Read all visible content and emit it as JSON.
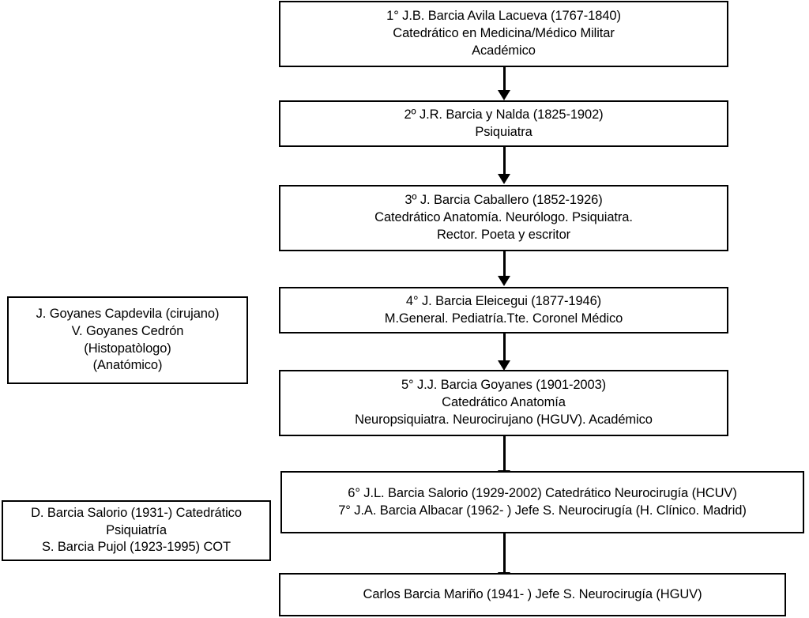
{
  "diagram": {
    "title": "Barcia medical family lineage",
    "colors": {
      "background": "#ffffff",
      "box_border": "#000000",
      "text": "#000000",
      "connector": "#000000"
    },
    "lineage": [
      {
        "id": "generation-1",
        "lines": [
          "1° J.B. Barcia Avila Lacueva (1767-1840)",
          "Catedrático en Medicina/Médico Militar",
          "Académico"
        ]
      },
      {
        "id": "generation-2",
        "lines": [
          "2º J.R. Barcia y Nalda (1825-1902)",
          "Psiquiatra"
        ]
      },
      {
        "id": "generation-3",
        "lines": [
          "3º J. Barcia Caballero (1852-1926)",
          "Catedrático Anatomía. Neurólogo. Psiquiatra.",
          "Rector. Poeta y escritor"
        ]
      },
      {
        "id": "generation-4",
        "lines": [
          "4° J. Barcia Eleicegui (1877-1946)",
          "M.General. Pediatría.Tte. Coronel Médico"
        ]
      },
      {
        "id": "generation-5",
        "lines": [
          "5° J.J. Barcia Goyanes (1901-2003)",
          "Catedrático Anatomía",
          "Neuropsiquiatra. Neurocirujano (HGUV). Académico"
        ]
      },
      {
        "id": "generation-6-7",
        "lines": [
          "6° J.L. Barcia Salorio (1929-2002) Catedrático Neurocirugía (HCUV)",
          "7° J.A. Barcia Albacar (1962- ) Jefe S. Neurocirugía (H. Clínico. Madrid)"
        ]
      },
      {
        "id": "generation-8",
        "lines": [
          "Carlos Barcia Mariño (1941- ) Jefe S. Neurocirugía (HGUV)"
        ]
      }
    ],
    "side_notes": [
      {
        "id": "goyanes-note",
        "lines": [
          "J. Goyanes Capdevila (cirujano)",
          "V. Goyanes Cedrón",
          "(Histopatòlogo)",
          "(Anatómico)"
        ]
      },
      {
        "id": "barcia-salorio-note",
        "lines": [
          "D. Barcia Salorio (1931-) Catedrático",
          "Psiquiatría",
          "S. Barcia Pujol (1923-1995) COT"
        ]
      }
    ]
  }
}
